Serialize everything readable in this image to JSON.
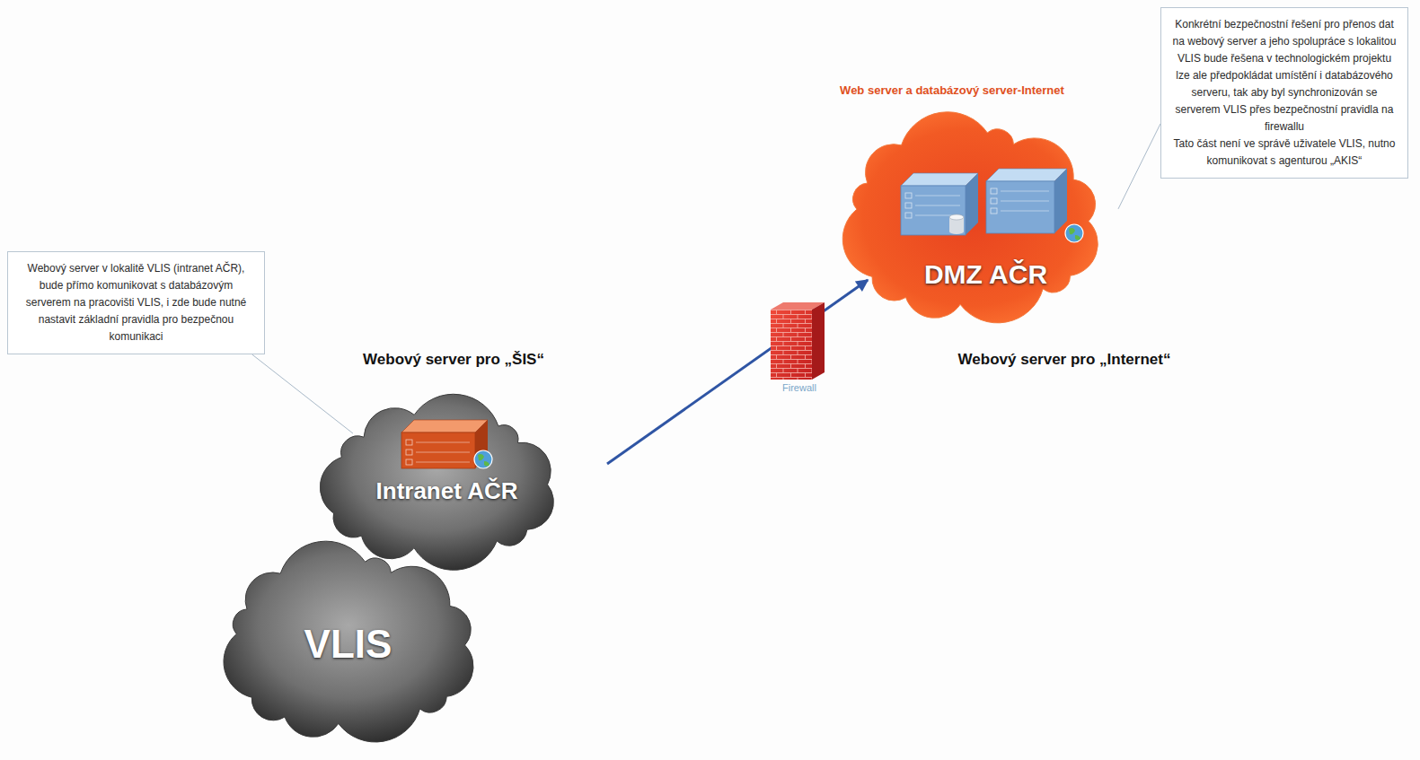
{
  "diagram": {
    "nodes": [
      {
        "text": [
          "Webový server v lokalitě VLIS (intranet AČR), bude přímo komunikovat s databázovým serverem na pracovišti VLIS, i zde bude nutné nastavit základní pravidla pro bezpečnou komunikaci"
        ]
      },
      {
        "text": [
          "Webový server pro „ŠIS“",
          "Intranet AČR"
        ]
      },
      {
        "text": [
          "VLIS"
        ]
      },
      {
        "text": [
          "Web server a databázový server-Internet",
          "DMZ AČR",
          "Webový server pro „Internet“"
        ]
      },
      {
        "text": [
          "Konkrétní bezpečnostní řešení pro přenos dat na webový server a jeho spolupráce s lokalitou VLIS bude řešena v technologickém projektu lze ale předpokládat umístění i databázového serveru, tak aby byl synchronizován se serverem VLIS přes bezpečnostní pravidla na firewallu",
          "Tato část není ve správě uživatele VLIS, nutno komunikovat s agenturou „AKIS“"
        ]
      }
    ],
    "edges": [
      {
        "from": 0,
        "to": 1,
        "arrow": "none"
      },
      {
        "from": 1,
        "to": 3,
        "arrow": "to"
      },
      {
        "from": 4,
        "to": 3,
        "arrow": "none"
      }
    ],
    "labels": [
      "Firewall"
    ]
  }
}
